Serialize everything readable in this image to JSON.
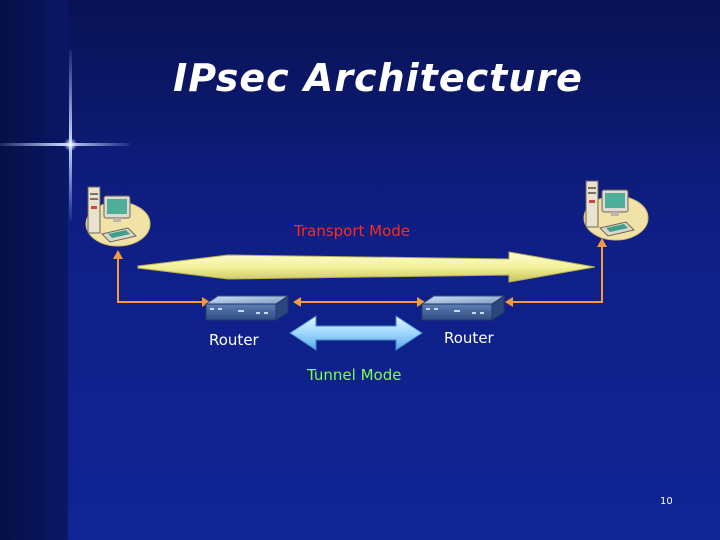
{
  "slide": {
    "title": "IPsec Architecture",
    "page_number": "10"
  },
  "diagram": {
    "transport_label": "Transport Mode",
    "tunnel_label": "Tunnel Mode",
    "router_left_label": "Router",
    "router_right_label": "Router"
  },
  "colors": {
    "transport_arrow": "#f4f29a",
    "tunnel_arrow": "#9ed8ff",
    "connector": "#f39a3c",
    "transport_label": "#ff2a1a",
    "tunnel_label": "#7cff4c"
  },
  "icons": [
    "host-computer-icon",
    "router-icon",
    "star-flare-icon"
  ]
}
